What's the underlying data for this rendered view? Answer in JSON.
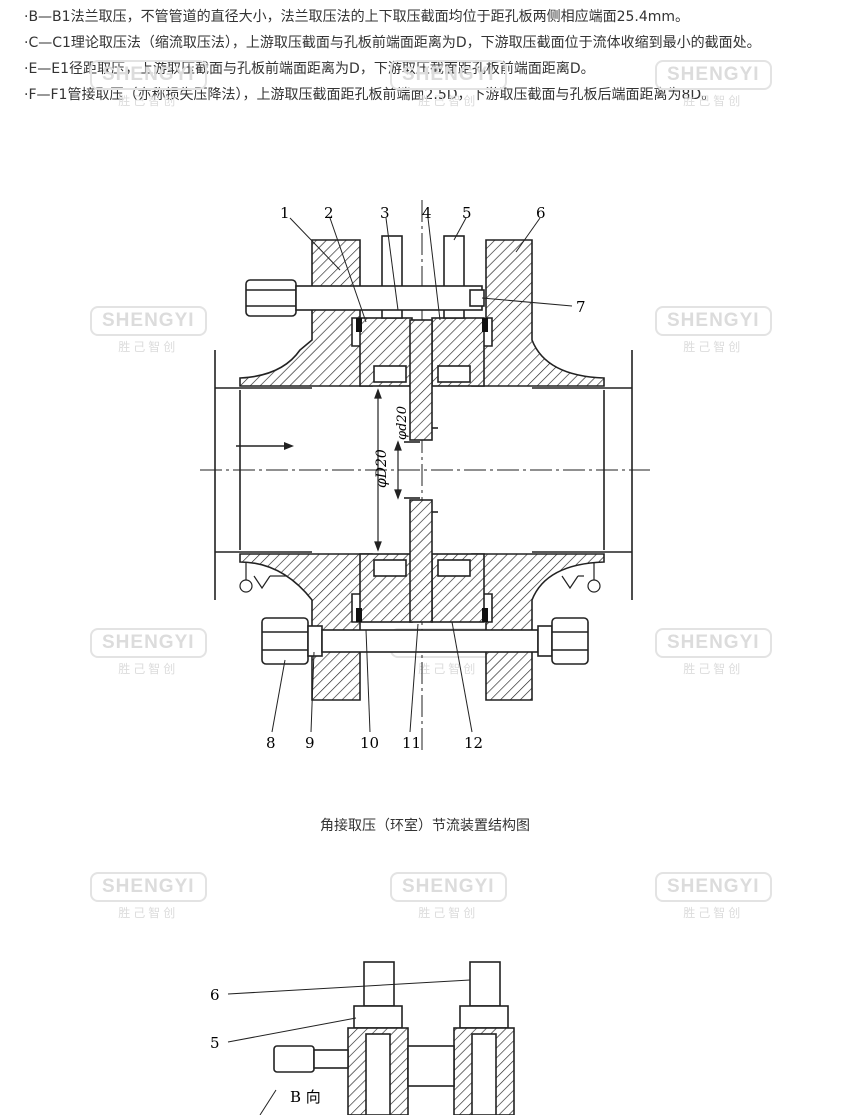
{
  "paragraphs": [
    "·B—B1法兰取压，不管管道的直径大小，法兰取压法的上下取压截面均位于距孔板两侧相应端面25.4mm。",
    "·C—C1理论取压法（缩流取压法），上游取压截面与孔板前端面距离为D，下游取压截面位于流体收缩到最小的截面处。",
    "·E—E1径距取压，上游取压截面与孔板前端面距离为D，下游取压截面距孔板前端面距离D。",
    "·F—F1管接取压（亦称损失压降法），上游取压截面距孔板前端面2.5D，下游取压截面与孔板后端面距离为8D。"
  ],
  "watermark": {
    "main": "SHENGYI",
    "sub": "胜己智创"
  },
  "figure1": {
    "callouts_top": [
      "1",
      "2",
      "3",
      "4",
      "5",
      "6"
    ],
    "callout_right": "7",
    "callouts_bottom": [
      "8",
      "9",
      "10",
      "11",
      "12"
    ],
    "dim_outer": "φD20",
    "dim_inner": "φd20",
    "caption": "角接取压（环室）节流装置结构图"
  },
  "figure2": {
    "callouts": [
      "6",
      "5"
    ],
    "direction_label": "B 向"
  }
}
